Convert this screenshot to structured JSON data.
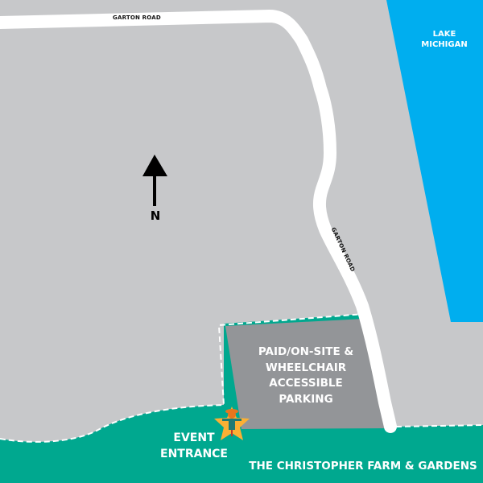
{
  "map": {
    "colors": {
      "land": "#c7c8ca",
      "road": "#ffffff",
      "lake": "#00aeef",
      "grounds": "#00a88f",
      "parking": "#939598",
      "compass": "#000000",
      "star": "#fbb034",
      "scarecrow_hat": "#e8761e",
      "scarecrow_body": "#1f7a74"
    },
    "roads": {
      "top_label": "GARTON ROAD",
      "side_label": "GARTON ROAD"
    },
    "lake": {
      "label_line1": "LAKE",
      "label_line2": "MICHIGAN"
    },
    "compass": {
      "label": "N",
      "icon": "north-arrow-icon"
    },
    "parking": {
      "line1": "PAID/ON-SITE &",
      "line2": "WHEELCHAIR",
      "line3": "ACCESSIBLE",
      "line4": "PARKING"
    },
    "entrance": {
      "line1": "EVENT",
      "line2": "ENTRANCE",
      "icon": "scarecrow-star-icon"
    },
    "venue": {
      "label": "THE CHRISTOPHER FARM & GARDENS"
    }
  }
}
